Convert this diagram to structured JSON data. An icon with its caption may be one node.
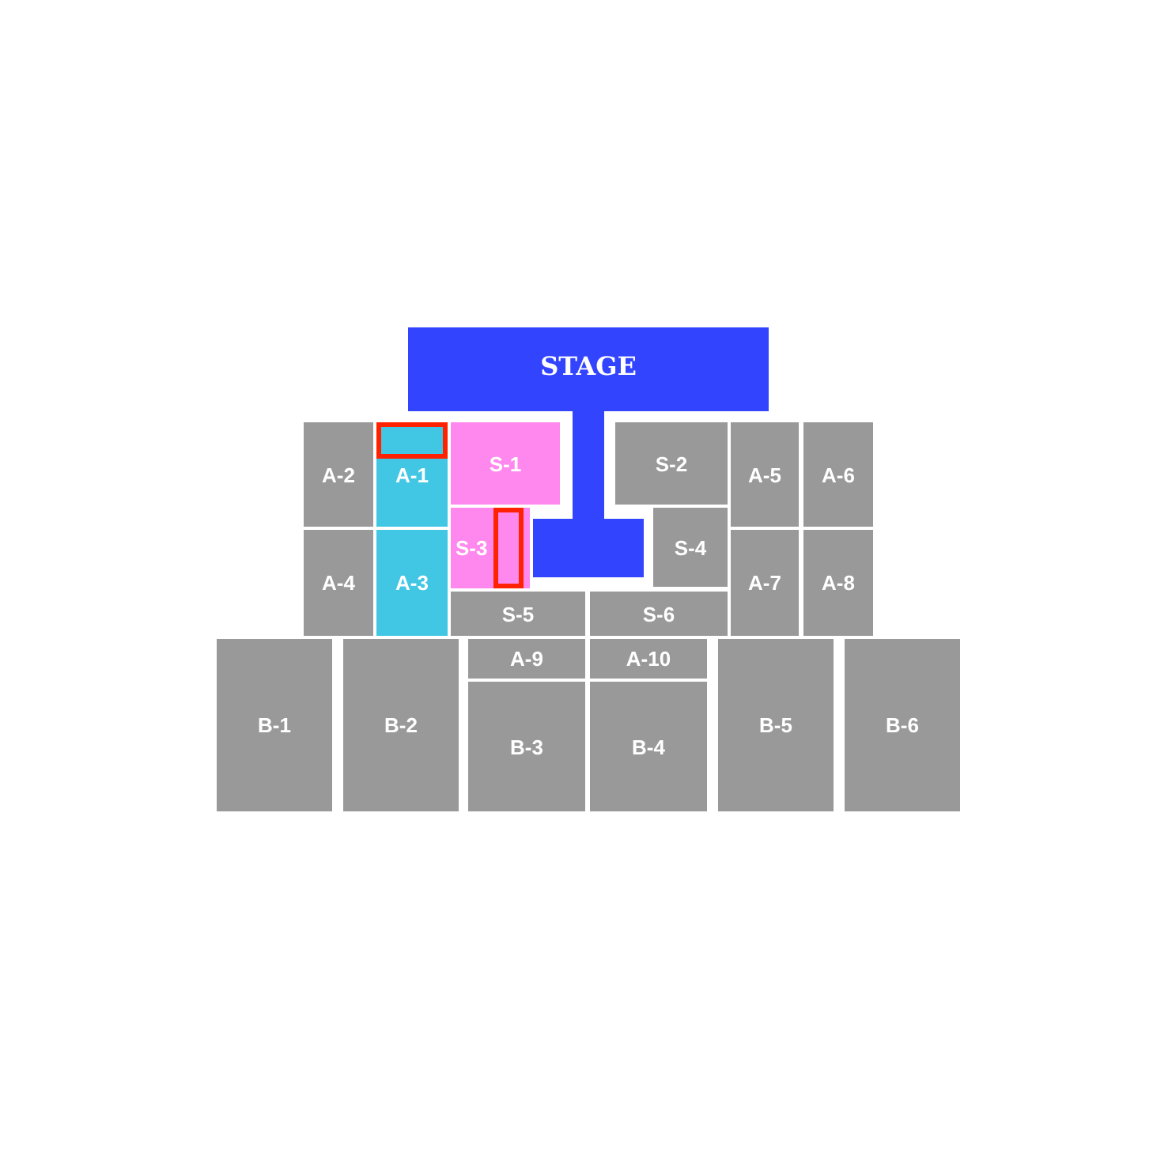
{
  "diagram": {
    "nodes": [
      {
        "text": [
          "STAGE"
        ]
      },
      {
        "text": [
          "A-2"
        ]
      },
      {
        "text": [
          "A-1"
        ]
      },
      {
        "text": [],
        "shape": "box",
        "in": 2
      },
      {
        "text": [
          "S-1"
        ]
      },
      {
        "text": [
          "S-2"
        ]
      },
      {
        "text": [
          "A-5"
        ]
      },
      {
        "text": [
          "A-6"
        ]
      },
      {
        "text": [
          "A-4"
        ]
      },
      {
        "text": [
          "A-3"
        ]
      },
      {
        "text": [
          "S-3"
        ]
      },
      {
        "text": [],
        "shape": "box",
        "in": 10
      },
      {
        "text": [
          "S-4"
        ]
      },
      {
        "text": [
          "A-7"
        ]
      },
      {
        "text": [
          "A-8"
        ]
      },
      {
        "text": [
          "S-5"
        ]
      },
      {
        "text": [
          "S-6"
        ]
      },
      {
        "text": [
          "B-1"
        ]
      },
      {
        "text": [
          "B-2"
        ]
      },
      {
        "text": [
          "A-9"
        ]
      },
      {
        "text": [
          "B-3"
        ]
      },
      {
        "text": [
          "A-10"
        ]
      },
      {
        "text": [
          "B-4"
        ]
      },
      {
        "text": [
          "B-5"
        ]
      },
      {
        "text": [
          "B-6"
        ]
      }
    ]
  }
}
